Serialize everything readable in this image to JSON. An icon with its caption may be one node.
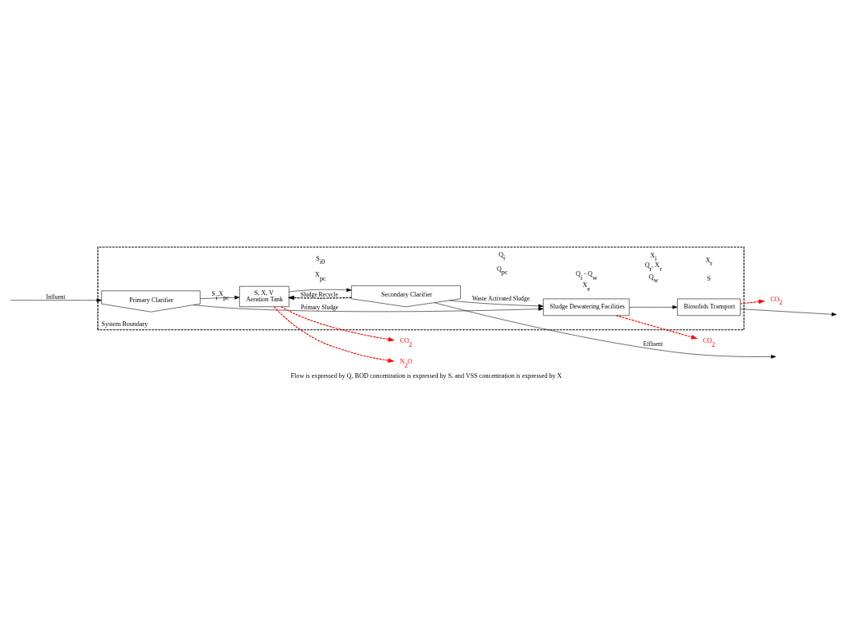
{
  "diagram": {
    "caption": "Flow is expressed by Q, BOD concentration is expressed by S, and VSS concentration is expressed by X",
    "nodes": [
      {
        "text": [
          "System Boundary"
        ]
      },
      {
        "text": [
          "Primary Clarifier"
        ],
        "in": 0
      },
      {
        "text": [
          "S, X, V",
          "Aeration Tank"
        ],
        "in": 0
      },
      {
        "text": [
          "Secondary Clarifier"
        ],
        "in": 0
      },
      {
        "text": [
          "Sludge Dewatering Facilities"
        ],
        "in": 0
      },
      {
        "text": [
          "Biosolids Transport"
        ],
        "in": 0
      },
      {
        "text": [
          "CO$_{2}$"
        ]
      },
      {
        "text": [
          "N$_{2}$O"
        ]
      },
      {
        "text": [
          "CO$_{2}$"
        ]
      },
      {
        "text": [
          "CO$_{2}$"
        ]
      }
    ],
    "edges": [
      {
        "from": null,
        "to": 1,
        "arrow": "to",
        "label": "Influent"
      },
      {
        "from": 1,
        "to": 2,
        "arrow": "to",
        "label": "S$_{i}$,X$_{pc}$"
      },
      {
        "from": 2,
        "to": 3,
        "arrow": "to"
      },
      {
        "from": 3,
        "to": null,
        "arrow": "to",
        "label": "Effluent"
      },
      {
        "from": 3,
        "to": 2,
        "arrow": "to",
        "style": "dashed",
        "label": "Sludge Recycle"
      },
      {
        "from": 3,
        "to": 4,
        "arrow": "to",
        "label": "Waste Activated Sludge"
      },
      {
        "from": 1,
        "to": 4,
        "arrow": "to",
        "label": "Primary Sludge"
      },
      {
        "from": 4,
        "to": 5,
        "arrow": "to"
      },
      {
        "from": 5,
        "to": null,
        "arrow": "to"
      },
      {
        "from": 2,
        "to": 6,
        "arrow": "to",
        "style": "dashed",
        "color": "#ff0000"
      },
      {
        "from": 2,
        "to": 7,
        "arrow": "to",
        "style": "dashed",
        "color": "#ff0000"
      },
      {
        "from": 4,
        "to": 8,
        "arrow": "to",
        "style": "dashed",
        "color": "#ff0000"
      },
      {
        "from": 5,
        "to": 9,
        "arrow": "to",
        "style": "dashed",
        "color": "#ff0000"
      }
    ],
    "labels": [
      "Q$_{i}$",
      "S$_{i0}$",
      "X$_{i}$",
      "Q$_{pc}$",
      "X$_{pc}$",
      "Q$_{r}$, X$_{r}$",
      "Q$_{i}$ - Q$_{w}$",
      "X$_{e}$",
      "S",
      "Q$_{w}$",
      "X$_{r}$"
    ]
  }
}
